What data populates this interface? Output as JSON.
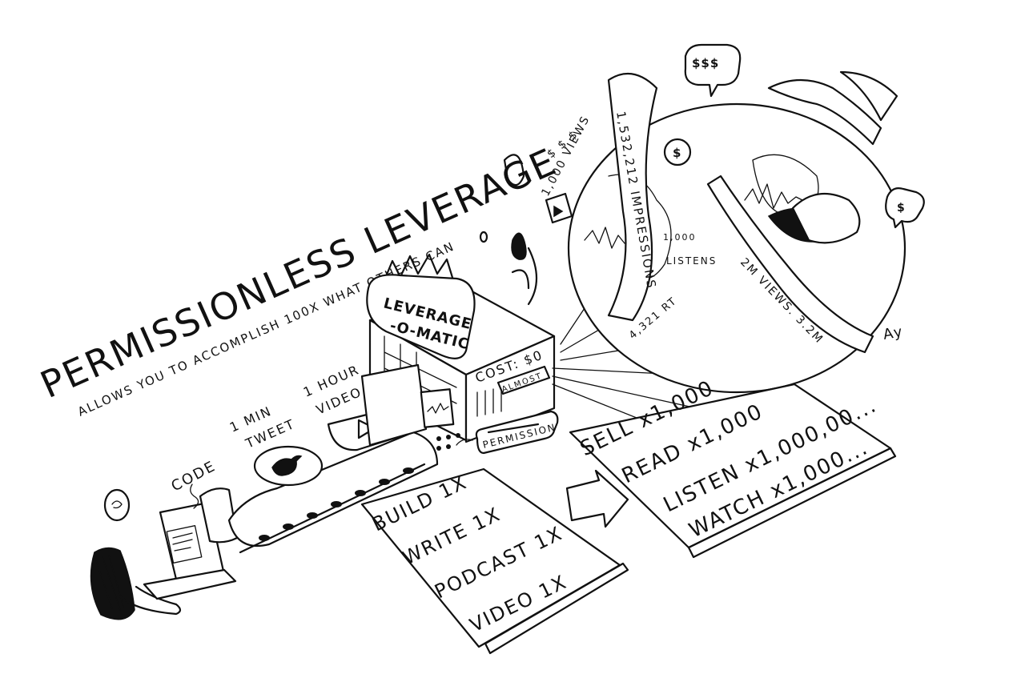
{
  "headline": {
    "title": "PERMISSIONLESS LEVERAGE",
    "subtitle": "ALLOWS YOU TO ACCOMPLISH 100X WHAT OTHERS CAN"
  },
  "conveyor": {
    "code": "CODE",
    "tweet_top": "1 MIN",
    "tweet_bottom": "TWEET",
    "video_top": "1 HOUR",
    "video_bottom": "VIDEO"
  },
  "machine": {
    "sign_line1": "LEVERAGE",
    "sign_line2": "-O-MATIC",
    "cost": "COST: $0",
    "almost": "ALMOST",
    "tag": "PERMISSION"
  },
  "input_card": {
    "lines": [
      "BUILD 1X",
      "WRITE 1X",
      "PODCAST 1X",
      "VIDEO 1X"
    ]
  },
  "output_card": {
    "lines": [
      "SELL x1,000",
      "READ x1,000",
      "LISTEN x1,000,00...",
      "WATCH x1,000..."
    ]
  },
  "globe": {
    "views_ribbon": "1,000 VIEWS",
    "impressions_ribbon": "1,532,212 IMPRESSIONS",
    "listens_count": "1,000",
    "listens_label": "LISTENS",
    "rt": "4,321 RT",
    "two_m": "2M VIEWS. 3.2M",
    "money_bubble": "$$$",
    "dollar": "$",
    "small_dollar": "$",
    "dollars": "$ $ $"
  },
  "signature": "Ay"
}
